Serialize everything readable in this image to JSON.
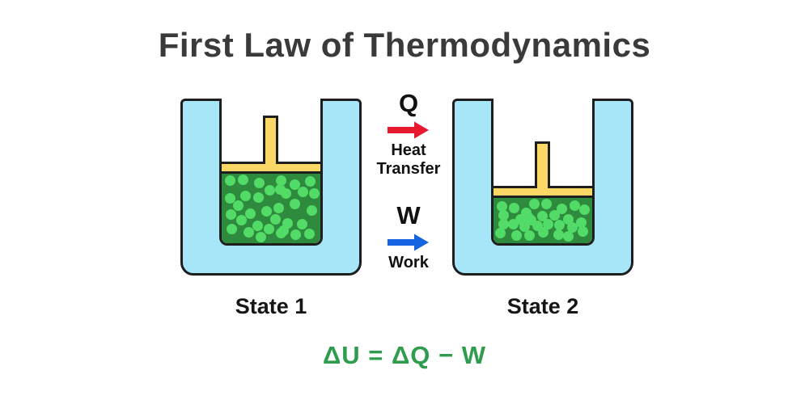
{
  "title": "First Law of Thermodynamics",
  "states": {
    "state1": {
      "label": "State 1",
      "particle_count": 34,
      "gas_volume": "expanded"
    },
    "state2": {
      "label": "State 2",
      "particle_count": 30,
      "gas_volume": "compressed"
    }
  },
  "transfers": {
    "heat": {
      "symbol": "Q",
      "label_line1": "Heat",
      "label_line2": "Transfer",
      "arrow_icon": "heat-arrow-icon",
      "arrow_color": "#E8192F",
      "direction": "right"
    },
    "work": {
      "symbol": "W",
      "label": "Work",
      "arrow_icon": "work-arrow-icon",
      "arrow_color": "#1565E2",
      "direction": "right"
    }
  },
  "equation": "ΔU = ΔQ − W",
  "colors": {
    "title": "#3A3A3A",
    "outline": "#1E1E1E",
    "vessel_blue": "#A6E6F8",
    "piston_yellow": "#FBD766",
    "gas_green": "#2E8B3D",
    "particle_green": "#52DB67",
    "heat_red": "#E8192F",
    "work_blue": "#1565E2",
    "equation_green": "#2F9C4E"
  }
}
